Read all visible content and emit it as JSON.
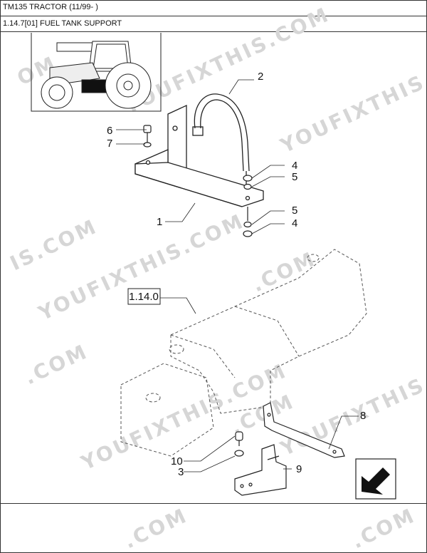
{
  "header": {
    "title": "TM135 TRACTOR (11/99- )",
    "section": "1.14.7[01] FUEL TANK SUPPORT"
  },
  "reference_box": "1.14.0",
  "callouts": [
    {
      "id": "c2",
      "label": "2"
    },
    {
      "id": "c6",
      "label": "6"
    },
    {
      "id": "c7",
      "label": "7"
    },
    {
      "id": "c4a",
      "label": "4"
    },
    {
      "id": "c5a",
      "label": "5"
    },
    {
      "id": "c1",
      "label": "1"
    },
    {
      "id": "c5b",
      "label": "5"
    },
    {
      "id": "c4b",
      "label": "4"
    },
    {
      "id": "c8",
      "label": "8"
    },
    {
      "id": "c10",
      "label": "10"
    },
    {
      "id": "c3",
      "label": "3"
    },
    {
      "id": "c9",
      "label": "9"
    }
  ],
  "watermark": "YOUFIXTHIS.COM",
  "colors": {
    "line": "#222222",
    "dashed": "#555555",
    "watermark": "#d6d6d6"
  },
  "icons": {
    "nav": "next-page-arrow-icon",
    "thumbnail": "tractor-thumbnail-icon"
  }
}
